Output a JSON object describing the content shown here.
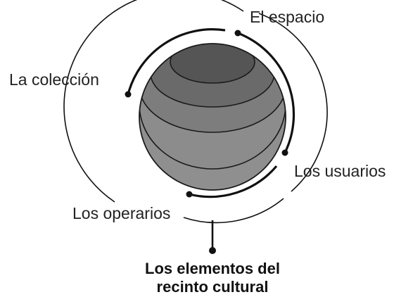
{
  "labels": {
    "space": "El espacio",
    "collection": "La colección",
    "users": "Los usuarios",
    "operators": "Los operarios",
    "title_line1": "Los elementos del",
    "title_line2": "recinto cultural"
  },
  "colors": {
    "line": "#111111",
    "sphere_base": "#8f8f8f",
    "layer_lower": "#8c8c8c",
    "layer_middle": "#7d7d7d",
    "layer_upper": "#6a6a6a",
    "layer_top": "#555555",
    "outline": "#1a1a1a"
  }
}
